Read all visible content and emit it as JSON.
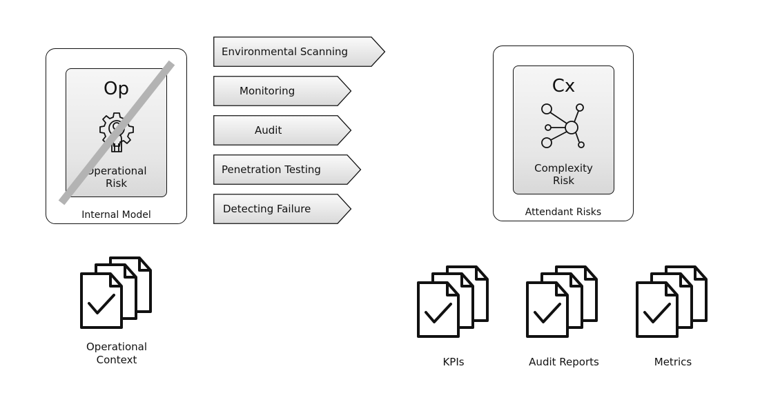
{
  "operational": {
    "abbreviation": "Op",
    "name_line1": "Operational",
    "name_line2": "Risk",
    "caption": "Internal Model",
    "icon": "gear-person-icon"
  },
  "complexity": {
    "abbreviation": "Cx",
    "name_line1": "Complexity",
    "name_line2": "Risk",
    "caption": "Attendant Risks",
    "icon": "network-icon"
  },
  "actions": [
    {
      "label": "Environmental Scanning"
    },
    {
      "label": "Monitoring"
    },
    {
      "label": "Audit"
    },
    {
      "label": "Penetration Testing"
    },
    {
      "label": "Detecting Failure"
    }
  ],
  "documents": [
    {
      "label_line1": "Operational",
      "label_line2": "Context",
      "icon": "document-stack-check-icon"
    },
    {
      "label_line1": "KPIs",
      "label_line2": "",
      "icon": "document-stack-check-icon"
    },
    {
      "label_line1": "Audit Reports",
      "label_line2": "",
      "icon": "document-stack-check-icon"
    },
    {
      "label_line1": "Metrics",
      "label_line2": "",
      "icon": "document-stack-check-icon"
    }
  ],
  "colors": {
    "stroke": "#111111",
    "strike": "#b3b3b3"
  }
}
